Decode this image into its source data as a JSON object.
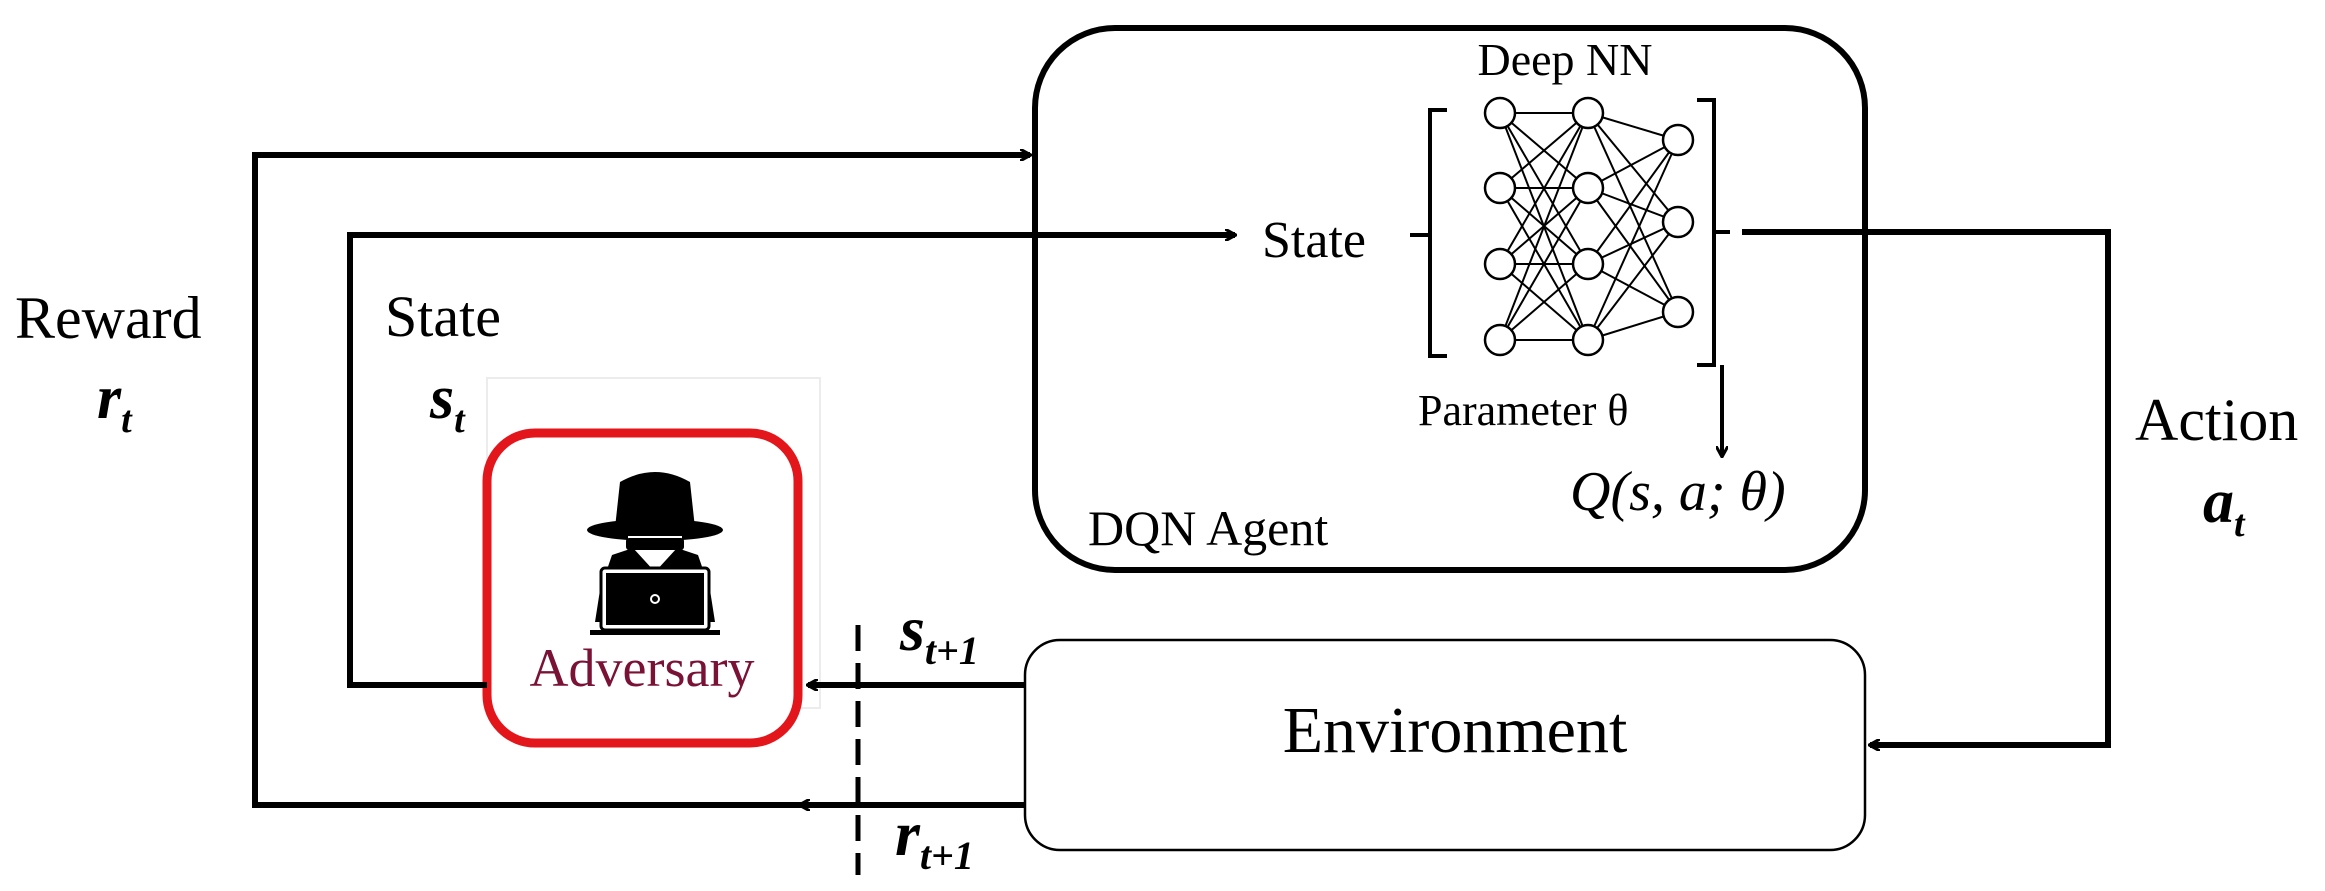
{
  "agent": {
    "title": "DQN Agent",
    "network_label": "Deep NN",
    "state_label": "State",
    "parameter_label": "Parameter θ",
    "q_function": "Q(s, a; θ)"
  },
  "environment": {
    "label": "Environment"
  },
  "adversary": {
    "label": "Adversary",
    "label_color": "#7a1236",
    "border_color": "#e3161b",
    "icon": "spy-hacker-laptop-icon"
  },
  "signals": {
    "reward": {
      "label": "Reward",
      "symbol": "r",
      "subscript": "t"
    },
    "state": {
      "label": "State",
      "symbol": "s",
      "subscript": "t"
    },
    "action": {
      "label": "Action",
      "symbol": "a",
      "subscript": "t"
    },
    "next_state": {
      "symbol": "s",
      "subscript": "t+1"
    },
    "next_reward": {
      "symbol": "r",
      "subscript": "t+1"
    }
  }
}
